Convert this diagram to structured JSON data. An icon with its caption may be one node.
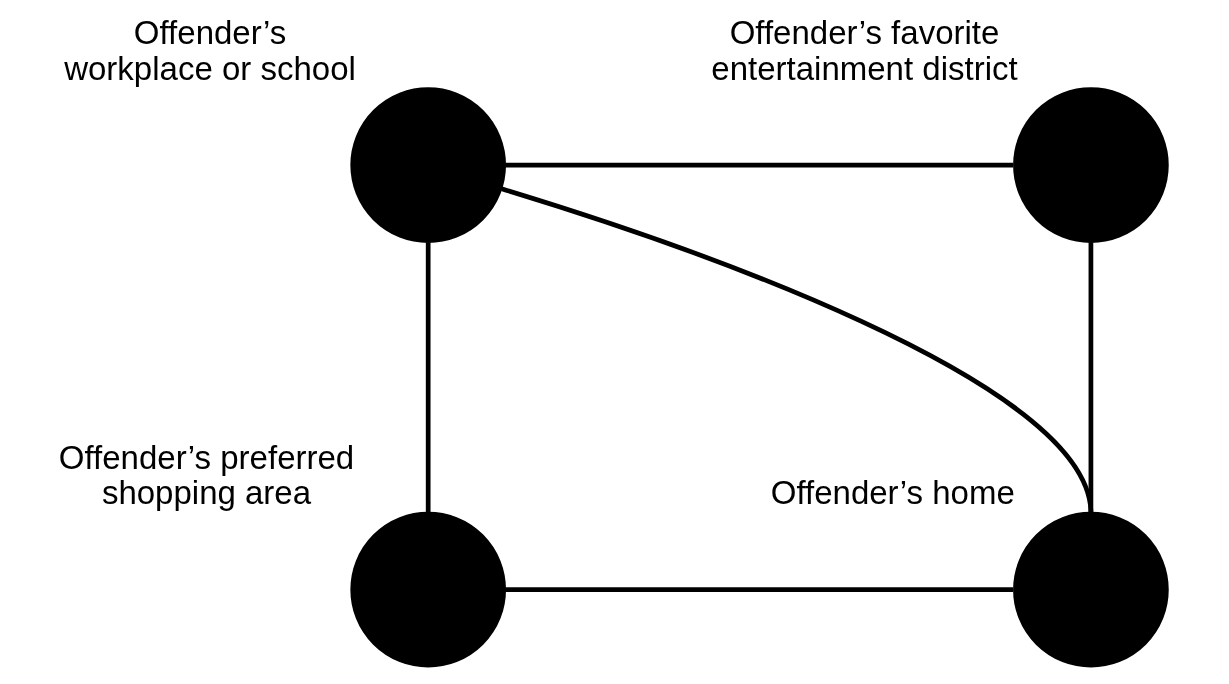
{
  "diagram": {
    "nodes": [
      {
        "text": [],
        "shape": "circle",
        "beside": [
          "Offender’s workplace or school"
        ]
      },
      {
        "text": [],
        "shape": "circle",
        "beside": [
          "Offender’s favorite entertainment district"
        ]
      },
      {
        "text": [],
        "shape": "circle",
        "beside": [
          "Offender’s preferred shopping area"
        ]
      },
      {
        "text": [],
        "shape": "circle",
        "beside": [
          "Offender’s home"
        ]
      }
    ],
    "edges": [
      {
        "from": 0,
        "to": 1,
        "arrow": "none"
      },
      {
        "from": 0,
        "to": 2,
        "arrow": "none"
      },
      {
        "from": 0,
        "to": 3,
        "arrow": "none"
      },
      {
        "from": 1,
        "to": 3,
        "arrow": "none"
      },
      {
        "from": 2,
        "to": 3,
        "arrow": "none"
      }
    ]
  }
}
